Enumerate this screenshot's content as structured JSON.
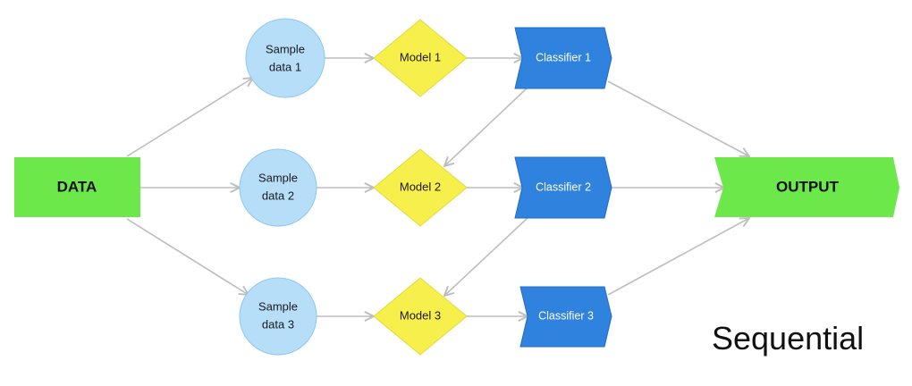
{
  "caption": "Sequential",
  "nodes": {
    "data": "DATA",
    "sample1": {
      "line1": "Sample",
      "line2": "data 1"
    },
    "sample2": {
      "line1": "Sample",
      "line2": "data 2"
    },
    "sample3": {
      "line1": "Sample",
      "line2": "data 3"
    },
    "model1": "Model 1",
    "model2": "Model 2",
    "model3": "Model 3",
    "classifier1": "Classifier 1",
    "classifier2": "Classifier 2",
    "classifier3": "Classifier 3",
    "output": "OUTPUT"
  },
  "colors": {
    "green": "#6ce84b",
    "light_blue": "#b6def9",
    "yellow": "#f7ef4c",
    "blue": "#2f83de",
    "edge": "#bdbdbd"
  }
}
